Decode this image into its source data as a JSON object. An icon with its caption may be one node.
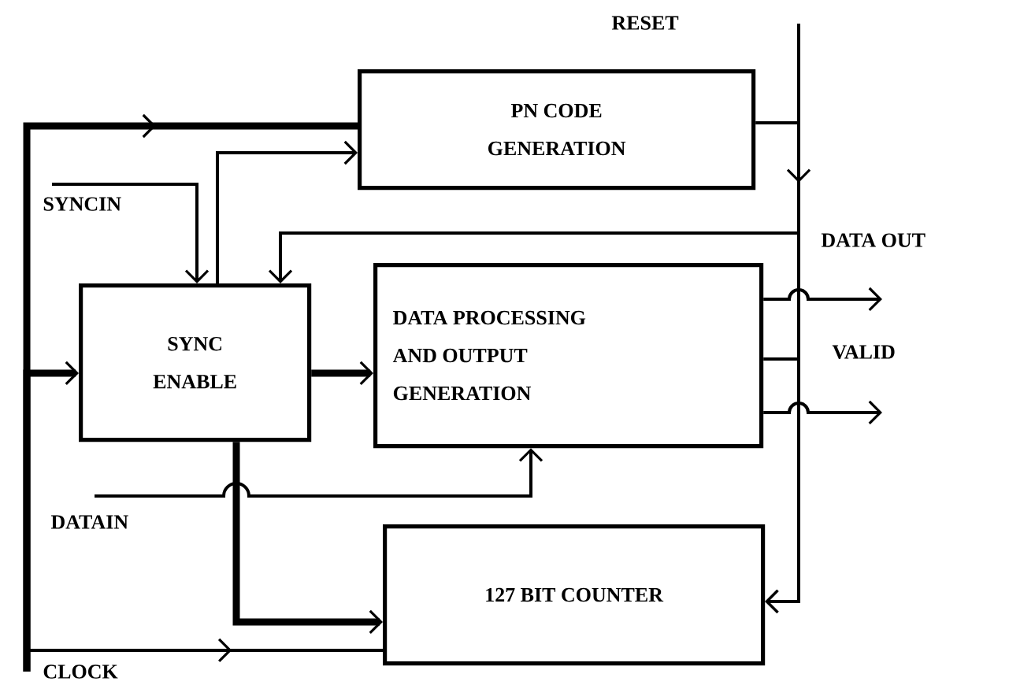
{
  "diagram": {
    "nodes": [
      {
        "text": [
          "PN CODE GENERATION"
        ]
      },
      {
        "text": [
          "SYNCIN"
        ]
      },
      {
        "text": [
          "SYNC ENABLE"
        ]
      },
      {
        "text": [
          "DATA PROCESSING AND OUTPUT GENERATION"
        ]
      },
      {
        "text": [
          "DATAIN"
        ]
      },
      {
        "text": [
          "127 BIT COUNTER"
        ]
      },
      {
        "text": [
          "CLOCK"
        ]
      }
    ],
    "edges": [
      {
        "from": 6,
        "to": 0,
        "arrow": "to",
        "style": "thick"
      },
      {
        "from": 6,
        "to": 2,
        "arrow": "to",
        "style": "thick"
      },
      {
        "from": 6,
        "to": 5,
        "arrow": "to"
      },
      {
        "from": null,
        "to": 5,
        "arrow": "to"
      },
      {
        "from": 0,
        "to": 2,
        "arrow": "to"
      },
      {
        "from": 1,
        "to": 2,
        "arrow": "to"
      },
      {
        "from": 2,
        "to": 0,
        "arrow": "to"
      },
      {
        "from": 2,
        "to": 3,
        "arrow": "to",
        "style": "thick"
      },
      {
        "from": 4,
        "to": 3,
        "arrow": "to"
      },
      {
        "from": 2,
        "to": 5,
        "arrow": "to",
        "style": "thick"
      },
      {
        "from": 3,
        "to": null,
        "arrow": "to"
      },
      {
        "from": 3,
        "to": null,
        "arrow": "to"
      },
      {
        "from": 3,
        "to": 5,
        "arrow": "to"
      }
    ],
    "labels": [
      "RESET",
      "DATA OUT",
      "VALID"
    ]
  }
}
